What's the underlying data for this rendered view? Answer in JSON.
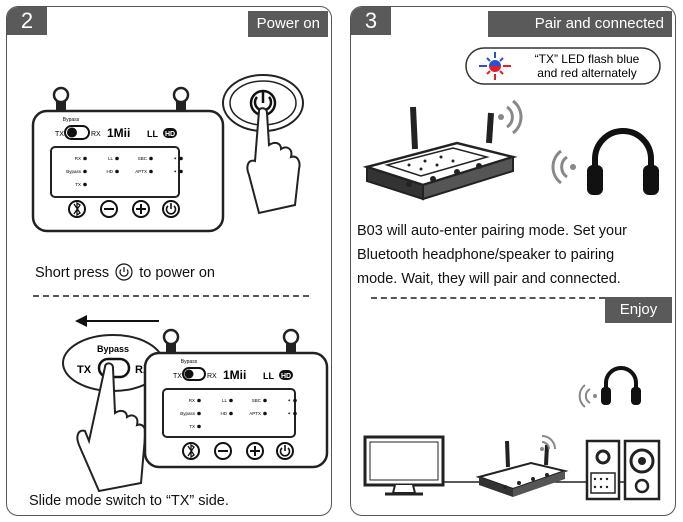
{
  "steps": [
    {
      "number": "2",
      "title": "Power on",
      "power_caption_before": "Short press",
      "power_caption_after": "to power on",
      "slide_caption": "Slide mode switch to “TX” side."
    },
    {
      "number": "3",
      "title": "Pair and  connected",
      "led_note_line1": "“TX” LED flash blue",
      "led_note_line2": "and red alternately",
      "pair_caption_line1": "B03 will auto-enter pairing mode. Set your",
      "pair_caption_line2": "Bluetooth headphone/speaker to pairing",
      "pair_caption_line3": "mode. Wait, they will pair and connected.",
      "enjoy_label": "Enjoy"
    }
  ],
  "device": {
    "brand": "1Mii",
    "ll_label": "LL",
    "hd_label": "HD",
    "switch_top": "Bypass",
    "switch_left": "TX",
    "switch_right": "RX",
    "led_labels": [
      "RX",
      "LL",
      "SBC",
      "✶",
      "Bypass",
      "HD",
      "APTX",
      "✶",
      "TX"
    ]
  },
  "callout": {
    "bypass": "Bypass",
    "tx": "TX",
    "rx": "RX"
  },
  "icons": [
    "power-icon",
    "bluetooth-icon",
    "minus-icon",
    "plus-icon",
    "headphone-icon",
    "wireless-signal-icon",
    "led-icon",
    "arrow-left-icon"
  ],
  "colors": {
    "panel_header": "#5a5a5a",
    "led_blue": "#2a4fd6",
    "led_red": "#e0202a"
  }
}
